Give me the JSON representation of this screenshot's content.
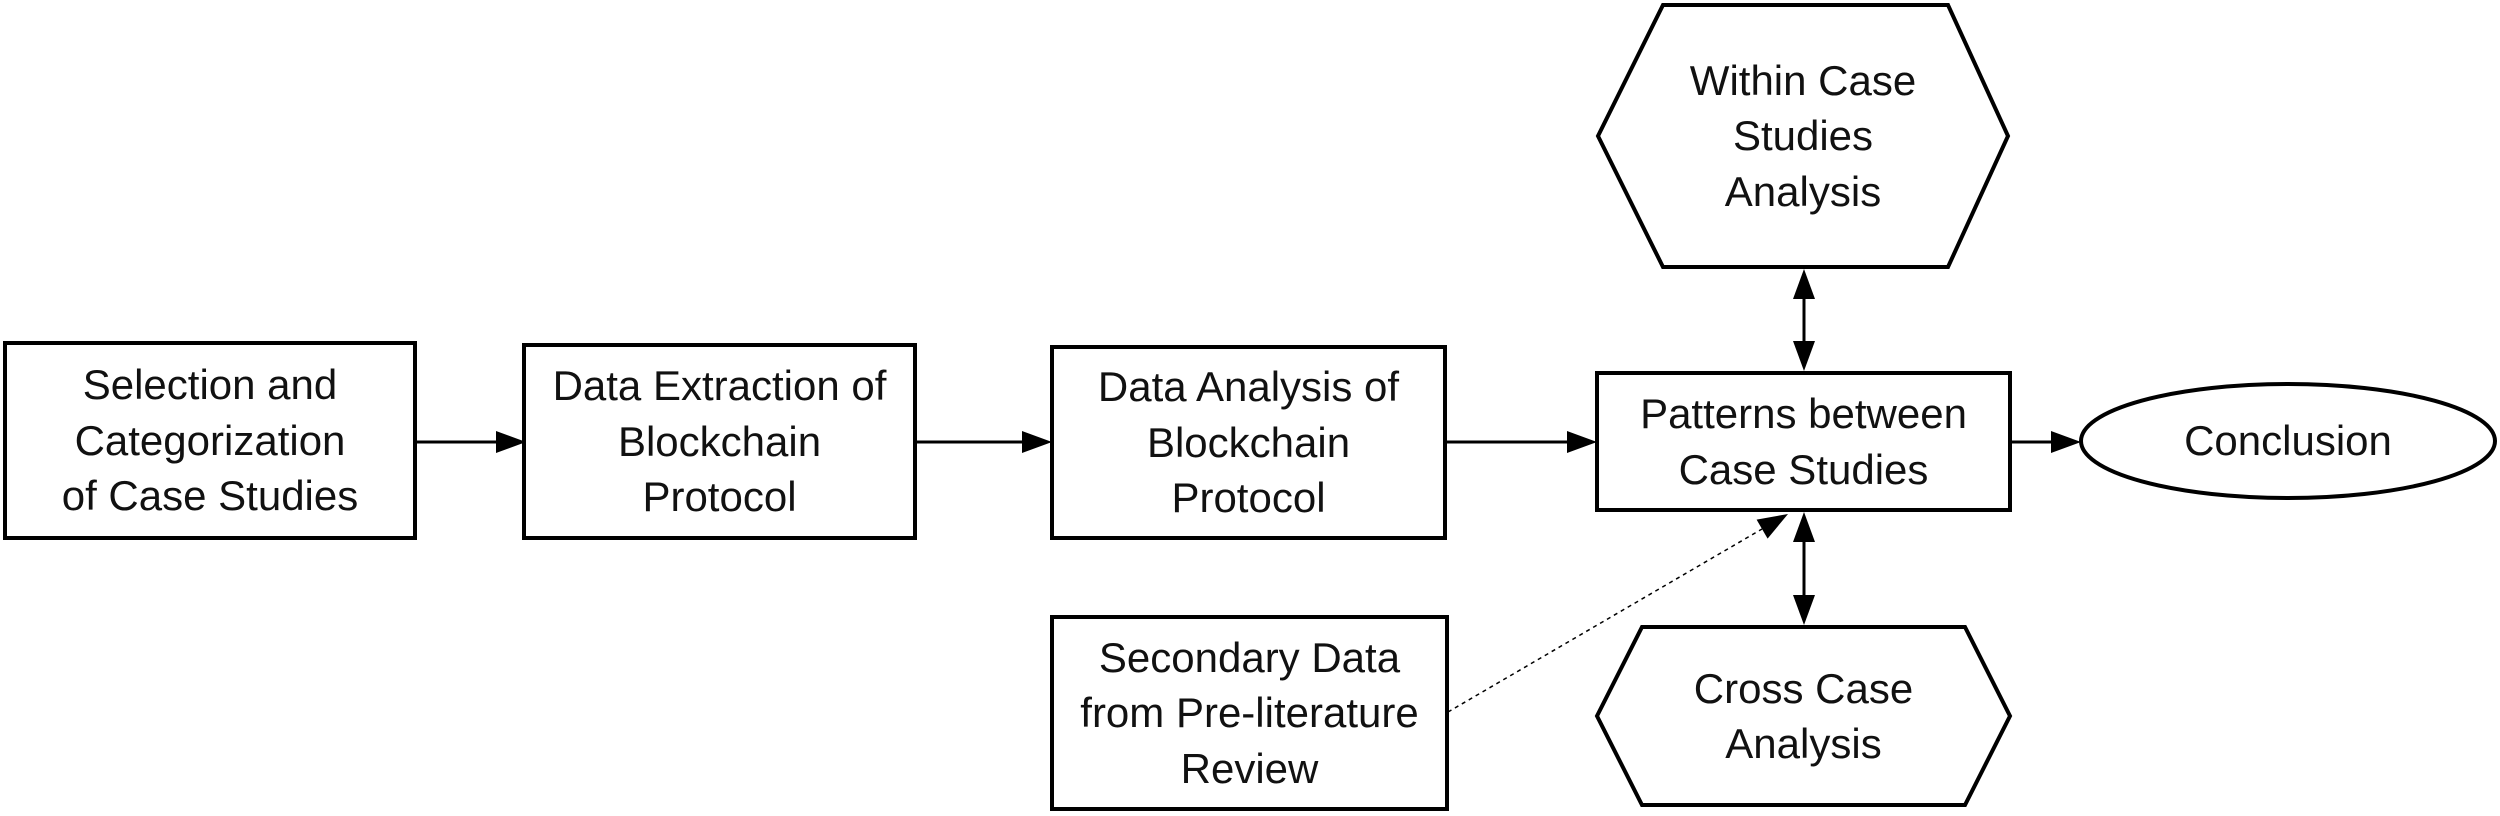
{
  "figure_type": "flowchart",
  "colors": {
    "background": "#ffffff",
    "shape_fill": "#ffffff",
    "stroke": "#000000",
    "text": "#111111"
  },
  "nodes": {
    "selection": {
      "label": "Selection and\nCategorization\nof Case Studies",
      "shape": "rectangle"
    },
    "extraction": {
      "label": "Data Extraction of\nBlockchain\nProtocol",
      "shape": "rectangle"
    },
    "analysis": {
      "label": "Data Analysis of\nBlockchain\nProtocol",
      "shape": "rectangle"
    },
    "patterns": {
      "label": "Patterns between\nCase Studies",
      "shape": "rectangle"
    },
    "within_case": {
      "label": "Within Case\nStudies\nAnalysis",
      "shape": "hexagon"
    },
    "cross_case": {
      "label": "Cross Case\nAnalysis",
      "shape": "hexagon"
    },
    "secondary_data": {
      "label": "Secondary Data\nfrom Pre-literature\nReview",
      "shape": "rectangle"
    },
    "conclusion": {
      "label": "Conclusion",
      "shape": "ellipse"
    }
  },
  "edges": [
    {
      "from": "selection",
      "to": "extraction",
      "style": "solid",
      "direction": "one-way"
    },
    {
      "from": "extraction",
      "to": "analysis",
      "style": "solid",
      "direction": "one-way"
    },
    {
      "from": "analysis",
      "to": "patterns",
      "style": "solid",
      "direction": "one-way"
    },
    {
      "from": "patterns",
      "to": "conclusion",
      "style": "solid",
      "direction": "one-way"
    },
    {
      "from": "patterns",
      "to": "within_case",
      "style": "solid",
      "direction": "two-way"
    },
    {
      "from": "patterns",
      "to": "cross_case",
      "style": "solid",
      "direction": "two-way"
    },
    {
      "from": "secondary_data",
      "to": "patterns",
      "style": "dotted",
      "direction": "one-way"
    }
  ]
}
